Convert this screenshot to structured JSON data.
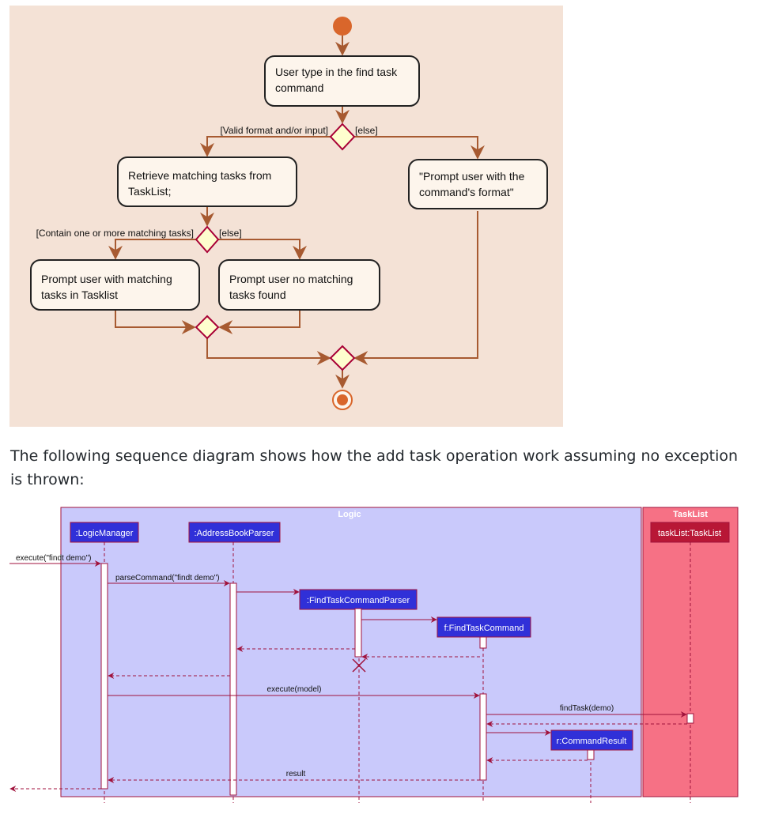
{
  "activity": {
    "nodes": {
      "user_types": [
        "User type in the find task",
        "command"
      ],
      "retrieve": [
        "Retrieve matching tasks from",
        "TaskList;"
      ],
      "prompt_format": [
        "\"Prompt user with the",
        "command's format\""
      ],
      "prompt_matching": [
        "Prompt user with matching",
        "tasks in Tasklist"
      ],
      "prompt_none": [
        "Prompt user no matching",
        "tasks found"
      ]
    },
    "guards": {
      "valid": "[Valid format and/or input]",
      "else_1": "[else]",
      "contain": "[Contain one or more matching tasks]",
      "else_2": "[else]"
    },
    "colors": {
      "background": "#f4e2d6",
      "node_fill": "#fdf5ec",
      "arrow": "#a75a31",
      "start": "#d9662b",
      "diamond_fill": "#fefece",
      "diamond_stroke": "#a80036"
    }
  },
  "caption": "The following sequence diagram shows how the add task operation work assuming no exception is thrown:",
  "sequence": {
    "frames": {
      "logic": "Logic",
      "tasklist": "TaskList"
    },
    "participants": {
      "logic_manager": ":LogicManager",
      "parser": ":AddressBookParser",
      "find_parser": ":FindTaskCommandParser",
      "find_command": "f:FindTaskCommand",
      "command_result": "r:CommandResult",
      "tasklist": "taskList:TaskList"
    },
    "messages": {
      "execute": "execute(\"findt demo\")",
      "parse": "parseCommand(\"findt demo\")",
      "execute_model": "execute(model)",
      "find_task": "findTask(demo)",
      "result": "result"
    },
    "colors": {
      "logic_bg": "#c9c9fb",
      "tasklist_bg": "#f67185",
      "participant": "#3030d8",
      "tasklist_participant": "#b81736",
      "line": "#a0123c"
    }
  }
}
